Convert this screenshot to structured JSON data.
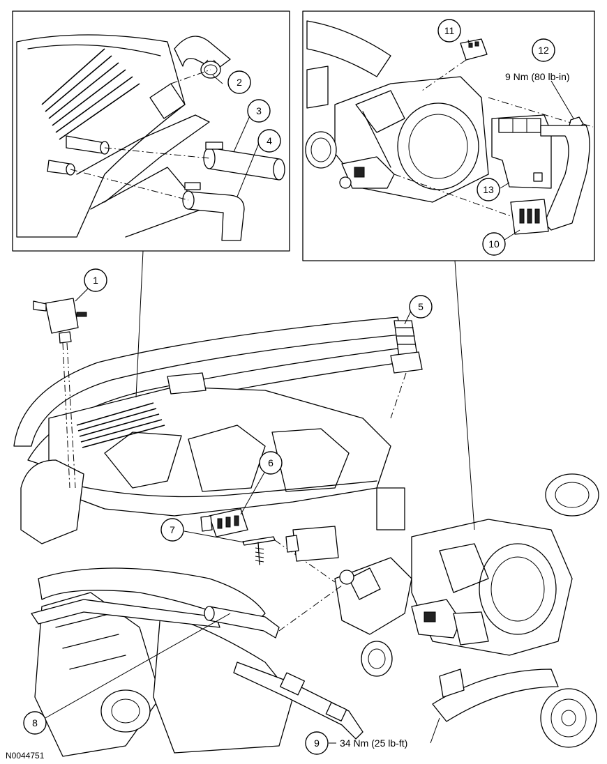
{
  "callouts": [
    {
      "id": "1",
      "label": "1"
    },
    {
      "id": "2",
      "label": "2"
    },
    {
      "id": "3",
      "label": "3"
    },
    {
      "id": "4",
      "label": "4"
    },
    {
      "id": "5",
      "label": "5"
    },
    {
      "id": "6",
      "label": "6"
    },
    {
      "id": "7",
      "label": "7"
    },
    {
      "id": "8",
      "label": "8"
    },
    {
      "id": "9",
      "label": "9"
    },
    {
      "id": "10",
      "label": "10"
    },
    {
      "id": "11",
      "label": "11"
    },
    {
      "id": "12",
      "label": "12"
    },
    {
      "id": "13",
      "label": "13"
    }
  ],
  "torque_specs": {
    "callout_12": "9 Nm (80 lb-in)",
    "callout_9": "34 Nm (25 lb-ft)"
  },
  "figure_id": "N0044751"
}
